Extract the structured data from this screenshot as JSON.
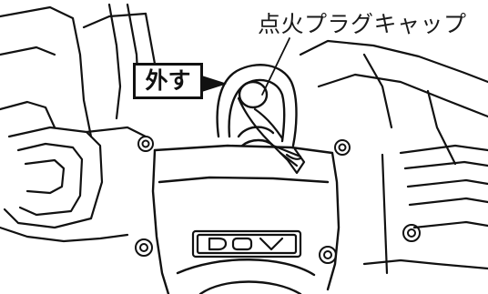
{
  "callout": {
    "part_name": "点火プラグキャップ"
  },
  "action": {
    "label": "外す"
  },
  "engine_plate": {
    "text": "DOV"
  },
  "colors": {
    "ink": "#111111",
    "paper": "#ffffff"
  }
}
